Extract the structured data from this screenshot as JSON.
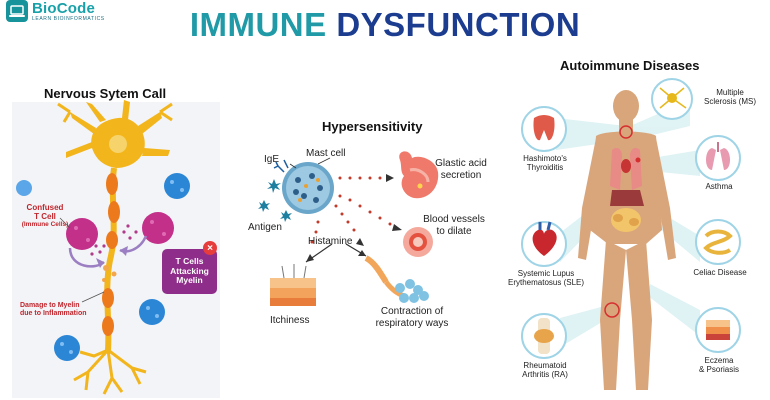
{
  "logo": {
    "name": "BioCode",
    "tagline": "LEARN BIOINFORMATICS"
  },
  "title": {
    "part1": "IMMUNE",
    "part2": "DYSFUNCTION"
  },
  "nervous": {
    "title": "Nervous Sytem Call",
    "confused_line1": "Confused",
    "confused_line2": "T Cell",
    "confused_line3": "(Immune Cells)",
    "attack_line1": "T Cells",
    "attack_line2": "Attacking",
    "attack_line3": "Myelin",
    "damage_line1": "Damage to Myelin",
    "damage_line2": "due to Inflammation"
  },
  "hyper": {
    "title": "Hypersensitivity",
    "ige": "IgE",
    "mast": "Mast cell",
    "antigen": "Antigen",
    "histamine": "Histamine",
    "gastric_line1": "Glastic acid",
    "gastric_line2": "secretion",
    "vessels_line1": "Blood vessels",
    "vessels_line2": "to dilate",
    "itch": "Itchiness",
    "contract_line1": "Contraction of",
    "contract_line2": "respiratory ways"
  },
  "auto": {
    "title": "Autoimmune Diseases",
    "hashimoto_line1": "Hashimoto's",
    "hashimoto_line2": "Thyroiditis",
    "sle_line1": "Systemic Lupus",
    "sle_line2": "Erythematosus (SLE)",
    "ra_line1": "Rheumatoid",
    "ra_line2": "Arthritis (RA)",
    "ms_line1": "Multiple",
    "ms_line2": "Sclerosis (MS)",
    "asthma": "Asthma",
    "celiac": "Celiac Disease",
    "eczema_line1": "Eczema",
    "eczema_line2": "& Psoriasis"
  },
  "colors": {
    "title_teal": "#1f9aa6",
    "title_navy": "#1c3d8f",
    "tcell": "#c2308a",
    "immune_blue": "#2b86d6",
    "neuron": "#f2b51c",
    "attack": "#8e2d8a"
  }
}
